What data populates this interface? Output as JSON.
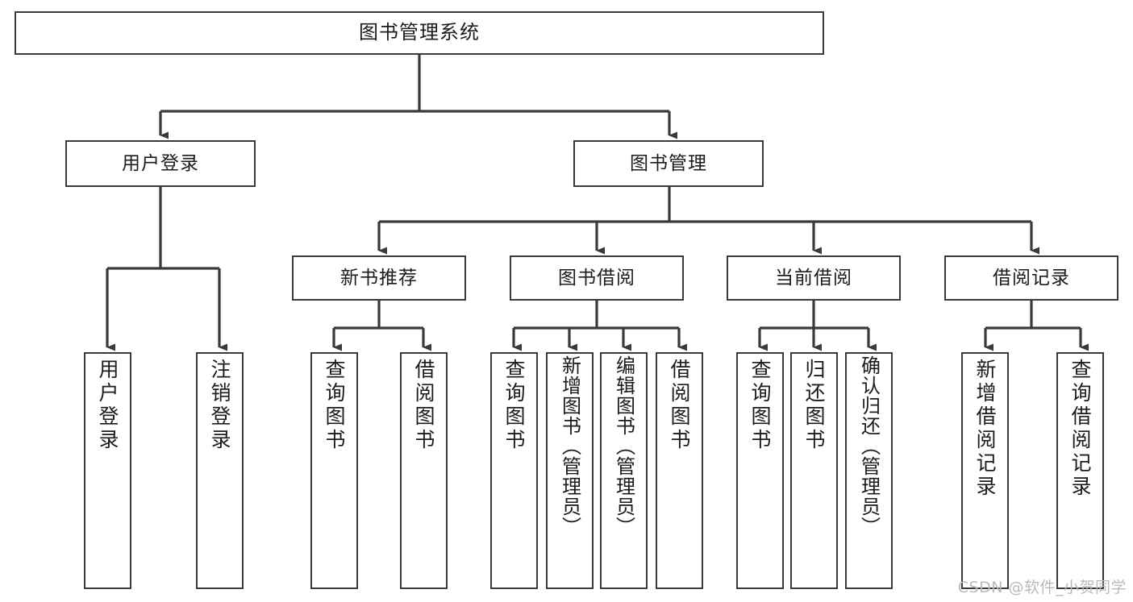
{
  "diagram": {
    "title": "图书管理系统",
    "watermark": "CSDN @软件_小贺同学",
    "stroke_color": "#3a3a3a",
    "text_color": "#1b1b1b",
    "background_color": "#ffffff",
    "watermark_color": "#b9b9b9"
  },
  "nodes": {
    "root": {
      "label": "图书管理系统"
    },
    "level2": [
      {
        "label": "用户登录"
      },
      {
        "label": "图书管理"
      }
    ],
    "level3": [
      {
        "label": "新书推荐"
      },
      {
        "label": "图书借阅"
      },
      {
        "label": "当前借阅"
      },
      {
        "label": "借阅记录"
      }
    ],
    "leaves": {
      "user_login": [
        {
          "label": "用户登录"
        },
        {
          "label": "注销登录"
        }
      ],
      "new_book_recommend": [
        {
          "label": "查询图书"
        },
        {
          "label": "借阅图书"
        }
      ],
      "book_borrow": [
        {
          "label": "查询图书"
        },
        {
          "label": "新增图书（管理员）"
        },
        {
          "label": "编辑图书（管理员）"
        },
        {
          "label": "借阅图书"
        }
      ],
      "current_borrow": [
        {
          "label": "查询图书"
        },
        {
          "label": "归还图书"
        },
        {
          "label": "确认归还（管理员）"
        }
      ],
      "borrow_record": [
        {
          "label": "新增借阅记录"
        },
        {
          "label": "查询借阅记录"
        }
      ]
    }
  }
}
